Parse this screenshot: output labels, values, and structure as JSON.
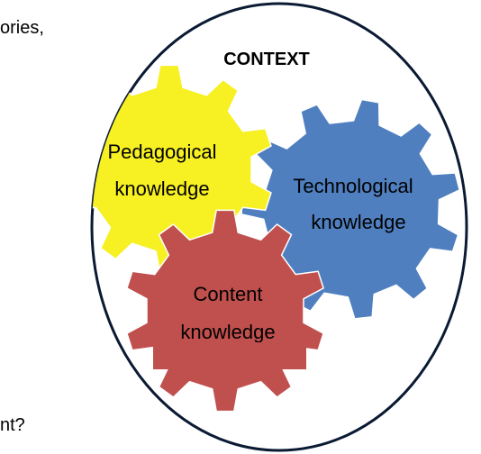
{
  "fragments": {
    "top": "ories,",
    "bottom": "nt?"
  },
  "diagram": {
    "context_label": "CONTEXT",
    "gears": {
      "pedagogical": {
        "line1": "Pedagogical",
        "line2": "knowledge",
        "color": "#f7f023"
      },
      "technological": {
        "line1": "Technological",
        "line2": "knowledge",
        "color": "#4f7fbf"
      },
      "content": {
        "line1": "Content",
        "line2": "knowledge",
        "color": "#c0504d"
      }
    },
    "outline_color": "#0b1a33"
  }
}
